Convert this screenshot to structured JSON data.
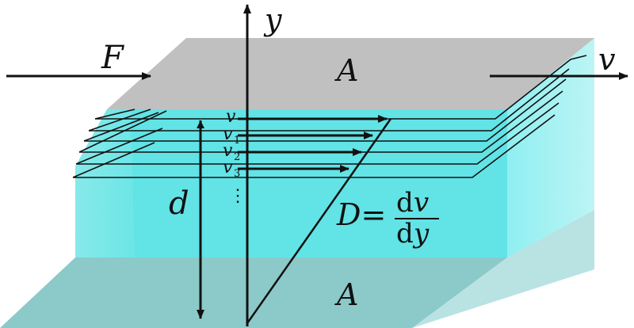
{
  "labels": {
    "force": "F",
    "velocity": "v",
    "axis_y": "y",
    "area_top": "A",
    "area_bottom": "A",
    "distance": "d",
    "layer_v": "v",
    "layer_v1": "v",
    "layer_v1_sub": "1",
    "layer_v2": "v",
    "layer_v2_sub": "2",
    "layer_v3": "v",
    "layer_v3_sub": "3",
    "dots": "⋮",
    "shear_rate_lhs": "D=",
    "shear_rate_num_d": "d",
    "shear_rate_num_v": "v",
    "shear_rate_den_d": "d",
    "shear_rate_den_y": "y"
  },
  "colors": {
    "top_plate": "#c0c0c0",
    "bottom_plate": "#8cc9c9",
    "fluid_light": "#8eeaea",
    "fluid_main": "#5fe3e6",
    "fluid_right": "#a8f0f2",
    "ink": "#111111"
  }
}
